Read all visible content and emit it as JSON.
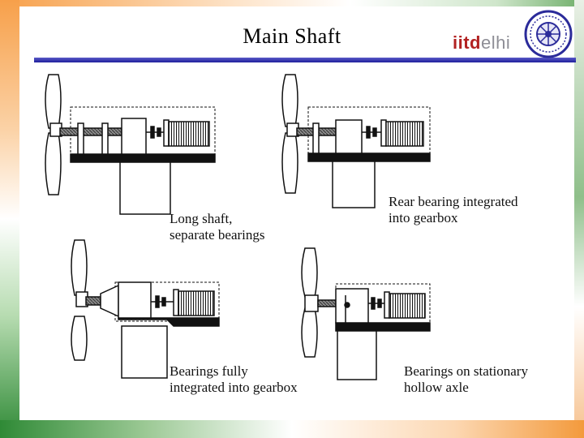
{
  "slide": {
    "title": "Main Shaft"
  },
  "logo": {
    "part1": "iitd",
    "part2": "elhi",
    "seal_icon": "iit-delhi-seal-icon"
  },
  "panels": [
    {
      "line1": "Long shaft,",
      "line2": "separate bearings"
    },
    {
      "line1": "Rear bearing integrated",
      "line2": "into gearbox"
    },
    {
      "line1": "Bearings fully",
      "line2": "integrated into gearbox"
    },
    {
      "line1": "Bearings on stationary",
      "line2": "hollow axle"
    }
  ],
  "colors": {
    "title_rule": "#2a2aa8",
    "logo_red": "#b22222",
    "logo_grey": "#8e8e96",
    "saffron": "#f39a3c",
    "green": "#2f8a36"
  }
}
